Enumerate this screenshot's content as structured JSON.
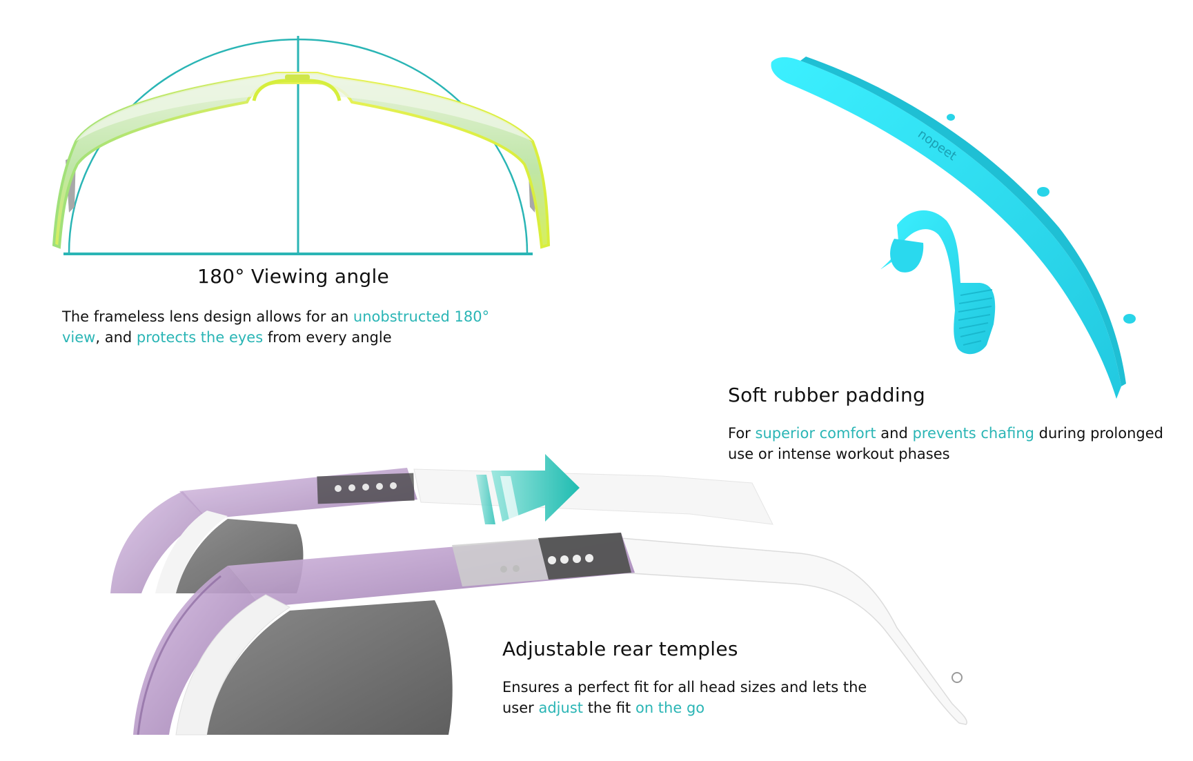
{
  "colors": {
    "accent": "#2ab5b5",
    "lens_green": "#c9e85a",
    "pad_cyan": "#2ee6f5",
    "frame_purple": "#b493c6",
    "arrow_teal": "#27c2b8"
  },
  "viewing": {
    "title": "180° Viewing angle",
    "t1": "The frameless lens design allows for an ",
    "h1": "unobstructed 180° view",
    "t2": ", and ",
    "h2": "protects the eyes",
    "t3": " from every angle"
  },
  "padding": {
    "title": "Soft rubber padding",
    "t1": "For ",
    "h1": "superior comfort",
    "t2": " and ",
    "h2": "prevents chafing",
    "t3": " during prolonged use or intense workout phases",
    "brand_mark": "nopeet"
  },
  "temples": {
    "title": "Adjustable rear temples",
    "t1": "Ensures a perfect fit for all head sizes and lets the user ",
    "h1": "adjust",
    "t2": " the fit ",
    "h2": "on the go"
  }
}
